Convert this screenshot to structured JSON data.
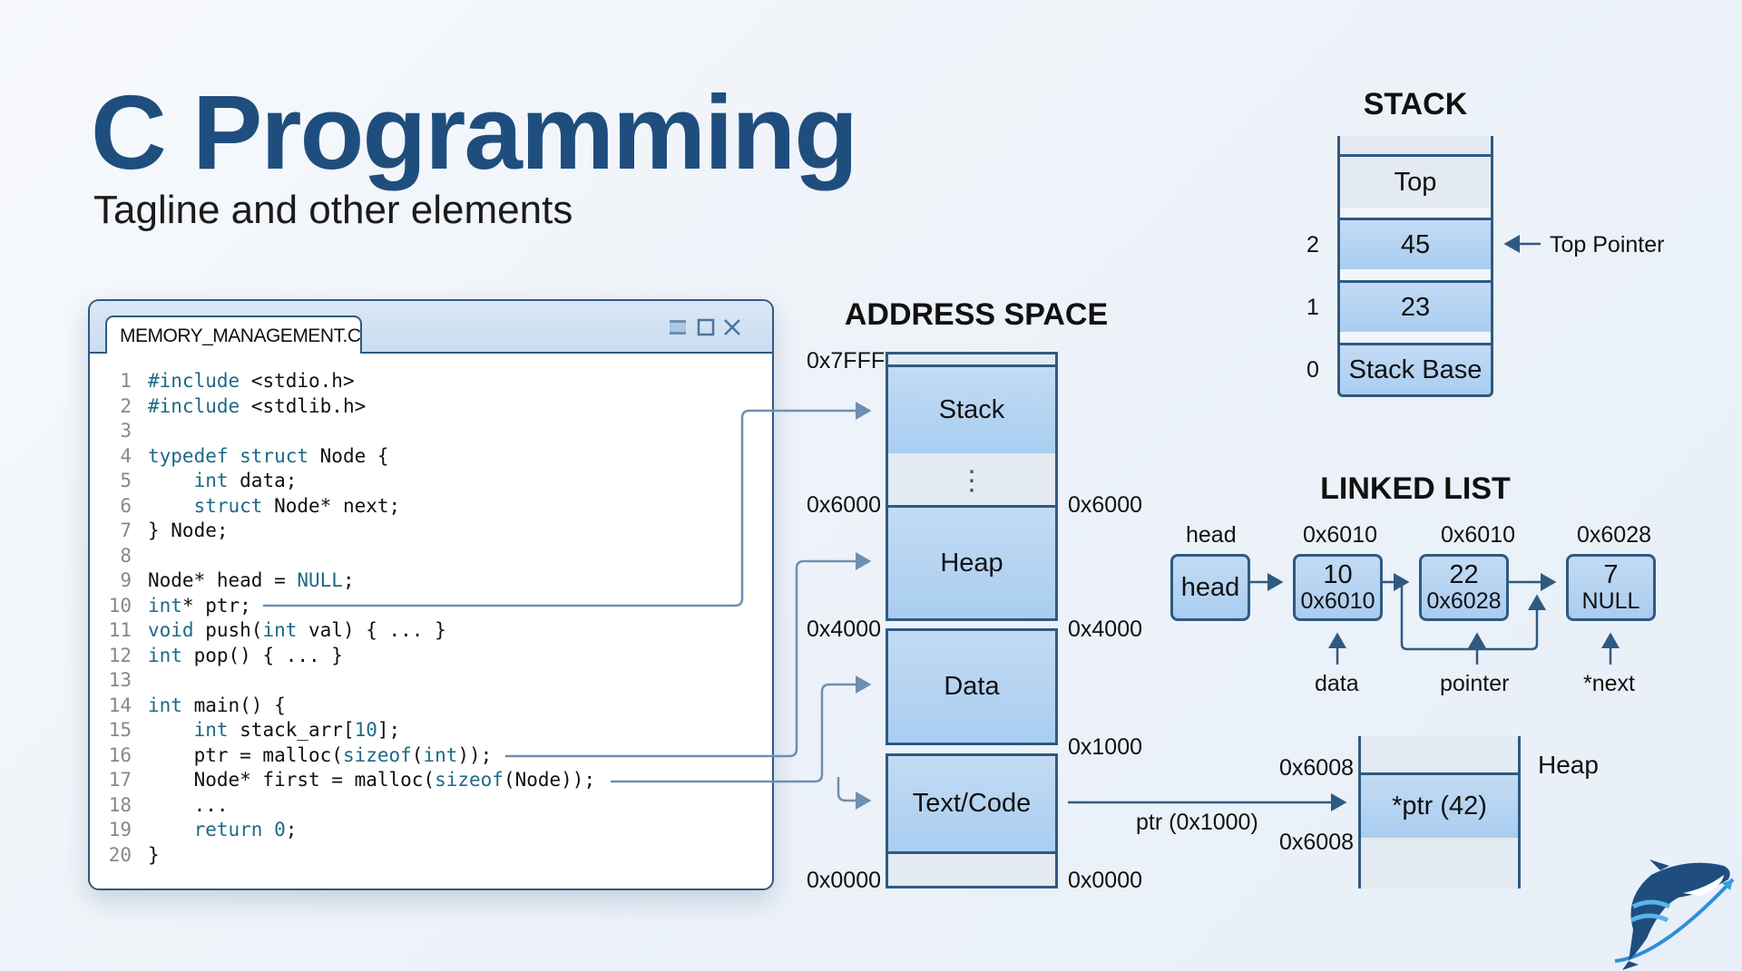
{
  "header": {
    "title": "C Programming",
    "tagline": "Tagline and other elements"
  },
  "editor": {
    "tab_label": "MEMORY_MANAGEMENT.C",
    "controls": [
      "minimize-icon",
      "maximize-icon",
      "close-icon"
    ],
    "lines": [
      {
        "n": "1",
        "html": "<span class=\"kw\">#include</span> &lt;stdio.h&gt;"
      },
      {
        "n": "2",
        "html": "<span class=\"kw\">#include</span> &lt;stdlib.h&gt;"
      },
      {
        "n": "3",
        "html": ""
      },
      {
        "n": "4",
        "html": "<span class=\"kw\">typedef struct</span> Node {"
      },
      {
        "n": "5",
        "html": "    <span class=\"kw\">int</span> data;"
      },
      {
        "n": "6",
        "html": "    <span class=\"kw\">struct</span> Node* next;"
      },
      {
        "n": "7",
        "html": "} Node;"
      },
      {
        "n": "8",
        "html": ""
      },
      {
        "n": "9",
        "html": "Node* head = <span class=\"kw\">NULL</span>;"
      },
      {
        "n": "10",
        "html": "<span class=\"kw\">int</span>* ptr;"
      },
      {
        "n": "11",
        "html": "<span class=\"kw\">void</span> push(<span class=\"kw\">int</span> val) { ... }"
      },
      {
        "n": "12",
        "html": "<span class=\"kw\">int</span> pop() { ... }"
      },
      {
        "n": "13",
        "html": ""
      },
      {
        "n": "14",
        "html": "<span class=\"kw\">int</span> main() {"
      },
      {
        "n": "15",
        "html": "    <span class=\"kw\">int</span> stack_arr[<span class=\"kw\">10</span>];"
      },
      {
        "n": "16",
        "html": "    ptr = malloc(<span class=\"kw\">sizeof</span>(<span class=\"kw\">int</span>));"
      },
      {
        "n": "17",
        "html": "    Node* first = malloc(<span class=\"kw\">sizeof</span>(Node));"
      },
      {
        "n": "18",
        "html": "    ..."
      },
      {
        "n": "19",
        "html": "    <span class=\"kw\">return</span> <span class=\"kw\">0</span>;"
      },
      {
        "n": "20",
        "html": "}"
      }
    ]
  },
  "address_space": {
    "title": "ADDRESS SPACE",
    "segments": {
      "stack": "Stack",
      "heap": "Heap",
      "data": "Data",
      "text": "Text/Code"
    },
    "gap_marker": "⋮",
    "left_addresses": {
      "top": "0x7FFF",
      "heap_top": "0x6000",
      "data_top": "0x4000",
      "bottom": "0x0000"
    },
    "right_addresses": {
      "heap_top": "0x6000",
      "data_top": "0x4000",
      "text_top": "0x1000",
      "bottom": "0x0000"
    }
  },
  "stack": {
    "title": "STACK",
    "top_label": "Top",
    "cells": [
      {
        "index": "2",
        "value": "45"
      },
      {
        "index": "1",
        "value": "23"
      },
      {
        "index": "0",
        "value": "Stack Base"
      }
    ],
    "pointer_label": "Top Pointer"
  },
  "linked_list": {
    "title": "LINKED LIST",
    "head": {
      "caption": "head",
      "label": "head"
    },
    "nodes": [
      {
        "address": "0x6010",
        "value": "10",
        "next": "0x6010",
        "annotation": "data"
      },
      {
        "address": "0x6010",
        "value": "22",
        "next": "0x6028",
        "annotation": "pointer"
      },
      {
        "address": "0x6028",
        "value": "7",
        "next": "NULL",
        "annotation": "*next"
      }
    ]
  },
  "heap_detail": {
    "label": "Heap",
    "cell": "*ptr (42)",
    "addr_top": "0x6008",
    "addr_bottom": "0x6008",
    "arrow_label": "ptr (0x1000)"
  },
  "colors": {
    "title": "#1f4e7e",
    "border": "#2e5a82",
    "cell_fill": "#b5d3f2",
    "connector": "#6f8fb0",
    "keyword": "#1d6a86"
  }
}
